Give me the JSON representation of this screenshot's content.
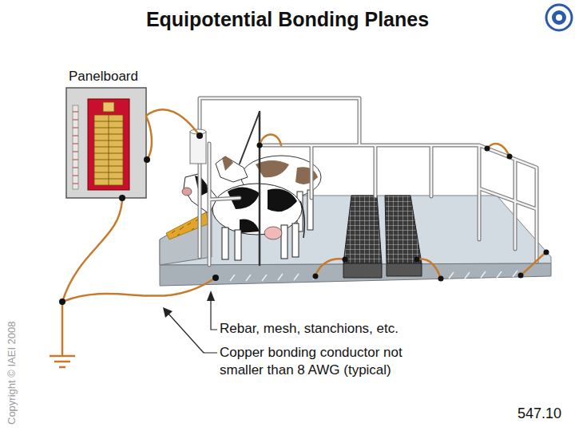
{
  "diagram": {
    "title": "Equipotential Bonding Planes",
    "nodes": [
      {
        "text": [
          "Panelboard"
        ]
      }
    ],
    "labels": [
      "Rebar, mesh, stanchions, etc.",
      "Copper bonding conductor not smaller than 8 AWG (typical)",
      "Copyright © IAEI 2008",
      "547.10"
    ]
  }
}
